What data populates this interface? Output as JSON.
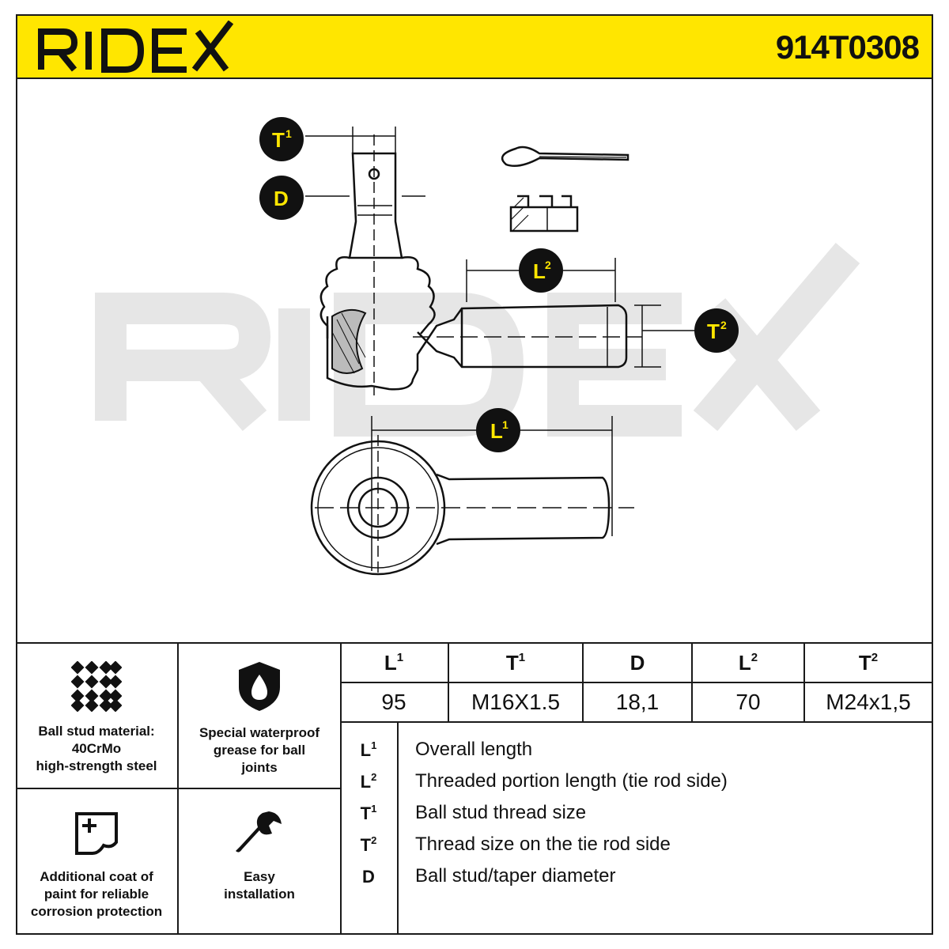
{
  "header": {
    "brand": "RIDEX",
    "part_number": "914T0308",
    "background_color": "#ffe600"
  },
  "drawing": {
    "watermark": "RIDEX",
    "labels": {
      "T1": {
        "main": "T",
        "sup": "1"
      },
      "D": {
        "main": "D",
        "sup": ""
      },
      "L2": {
        "main": "L",
        "sup": "2"
      },
      "T2": {
        "main": "T",
        "sup": "2"
      },
      "L1": {
        "main": "L",
        "sup": "1"
      }
    }
  },
  "features": [
    {
      "icon": "mesh-icon",
      "text": [
        "Ball stud material:",
        "40CrMo",
        "high-strength steel"
      ]
    },
    {
      "icon": "shield-drop-icon",
      "text": [
        "Special waterproof",
        "grease for ball",
        "joints"
      ]
    },
    {
      "icon": "paint-coat-icon",
      "text": [
        "Additional coat of",
        "paint for reliable",
        "corrosion protection"
      ]
    },
    {
      "icon": "wrench-icon",
      "text": [
        "Easy",
        "installation"
      ]
    }
  ],
  "specs": {
    "headers": [
      {
        "main": "L",
        "sup": "1"
      },
      {
        "main": "T",
        "sup": "1"
      },
      {
        "main": "D",
        "sup": ""
      },
      {
        "main": "L",
        "sup": "2"
      },
      {
        "main": "T",
        "sup": "2"
      }
    ],
    "values": [
      "95",
      "M16X1.5",
      "18,1",
      "70",
      "M24x1,5"
    ]
  },
  "legend": [
    {
      "key": "L",
      "sup": "1",
      "text": "Overall length"
    },
    {
      "key": "L",
      "sup": "2",
      "text": "Threaded portion length (tie rod side)"
    },
    {
      "key": "T",
      "sup": "1",
      "text": "Ball stud thread size"
    },
    {
      "key": "T",
      "sup": "2",
      "text": "Thread size on the tie rod side"
    },
    {
      "key": "D",
      "sup": "",
      "text": "Ball stud/taper diameter"
    }
  ]
}
